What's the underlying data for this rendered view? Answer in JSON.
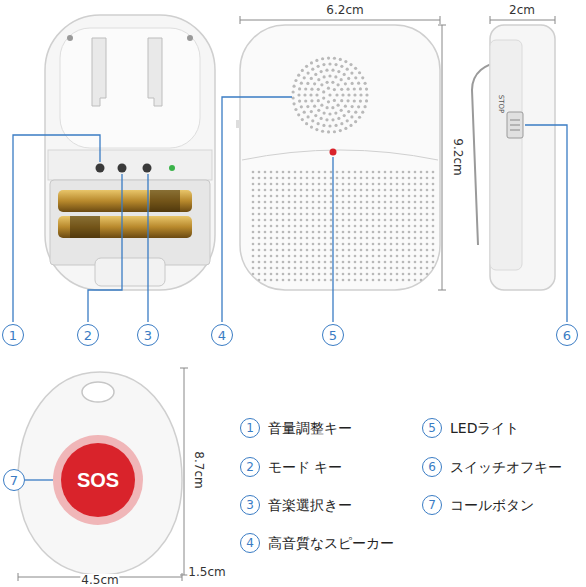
{
  "diagram": {
    "nodes": [
      {
        "text": [
          "SOS"
        ]
      }
    ],
    "labels": [
      "6.2cm",
      "2cm",
      "9.2cm",
      "STOP",
      "1",
      "2",
      "3",
      "4",
      "5",
      "6",
      "7",
      "8.7cm",
      "1.5cm",
      "4.5cm",
      "1",
      "音量調整キー",
      "2",
      "モード キー",
      "3",
      "音楽選択きー",
      "4",
      "高音質なスピーカー",
      "5",
      "LEDライト",
      "6",
      "スイッチオフキー",
      "7",
      "コールボタン"
    ]
  }
}
